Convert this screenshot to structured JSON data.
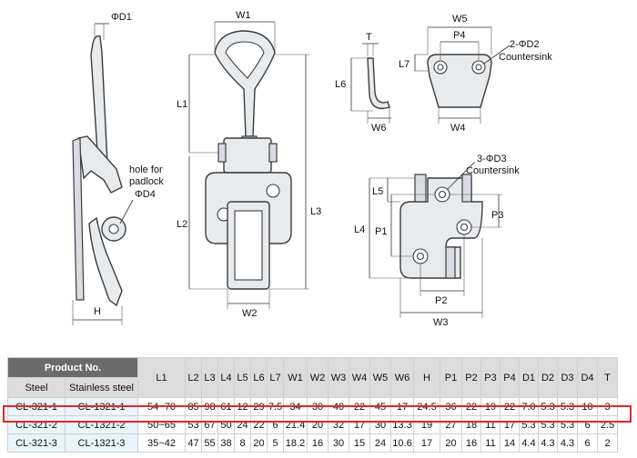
{
  "drawing": {
    "dims": {
      "D1": "ΦD1",
      "W1": "W1",
      "L1": "L1",
      "L2": "L2",
      "L3": "L3",
      "H": "H",
      "W2": "W2",
      "T": "T",
      "L7": "L7",
      "L6": "L6",
      "W6": "W6",
      "W5": "W5",
      "P4": "P4",
      "W4": "W4",
      "L5": "L5",
      "L4": "L4",
      "P1": "P1",
      "P2": "P2",
      "P3": "P3",
      "W3": "W3"
    },
    "notes": {
      "hole_line1": "hole for",
      "hole_line2": "padlock",
      "hole_line3": "ΦD4",
      "cs2_line1": "2-ΦD2",
      "cs2_line2": "Countersink",
      "cs3_line1": "3-ΦD3",
      "cs3_line2": "Countersink"
    }
  },
  "table": {
    "product_no": "Product No.",
    "steel": "Steel",
    "stainless": "Stainless steel",
    "columns": [
      "L1",
      "L2",
      "L3",
      "L4",
      "L5",
      "L6",
      "L7",
      "W1",
      "W2",
      "W3",
      "W4",
      "W5",
      "W6",
      "H",
      "P1",
      "P2",
      "P3",
      "P4",
      "D1",
      "D2",
      "D3",
      "D4",
      "T"
    ],
    "rows": [
      {
        "steel": "CL-321-1",
        "stainless": "CL-1321-1",
        "values": [
          "54~70",
          "85",
          "98",
          "61",
          "12",
          "29",
          "7.5",
          "34",
          "30",
          "40",
          "22",
          "45",
          "17",
          "24.5",
          "36",
          "22",
          "19",
          "22",
          "7.0",
          "5.3",
          "5.3",
          "10",
          "3"
        ]
      },
      {
        "steel": "CL-321-2",
        "stainless": "CL-1321-2",
        "values": [
          "50~65",
          "53",
          "67",
          "50",
          "24",
          "22",
          "6",
          "21.4",
          "20",
          "32",
          "17",
          "30",
          "13.3",
          "19",
          "27",
          "18",
          "11",
          "17",
          "5.3",
          "5.3",
          "5.3",
          "6",
          "2.5"
        ]
      },
      {
        "steel": "CL-321-3",
        "stainless": "CL-1321-3",
        "values": [
          "35~42",
          "47",
          "55",
          "38",
          "8",
          "20",
          "5",
          "18.2",
          "16",
          "30",
          "15",
          "24",
          "10.6",
          "17",
          "20",
          "16",
          "11",
          "14",
          "4.4",
          "4.3",
          "4.3",
          "6",
          "2"
        ]
      }
    ],
    "highlight_row": "CL-321-2",
    "highlight_color": "#e2262b",
    "header_color": "#6b6b6b",
    "model_cell_color": "#e9f4fb"
  }
}
